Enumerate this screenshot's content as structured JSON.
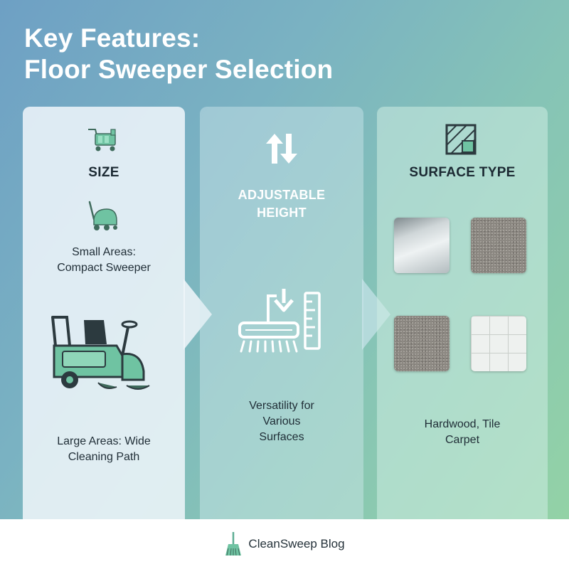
{
  "header": {
    "title_line1": "Key Features:",
    "title_line2": "Floor Sweeper Selection"
  },
  "panels": [
    {
      "heading": "SIZE",
      "small_caption_line1": "Small Areas:",
      "small_caption_line2": "Compact Sweeper",
      "large_caption_line1": "Large Areas: Wide",
      "large_caption_line2": "Cleaning Path",
      "icons": [
        "cart-sweeper-icon",
        "compact-sweeper-icon",
        "ride-on-sweeper-icon"
      ]
    },
    {
      "heading_line1": "ADJUSTABLE",
      "heading_line2": "HEIGHT",
      "caption_line1": "Versatility for",
      "caption_line2": "Various",
      "caption_line3": "Surfaces",
      "icons": [
        "up-down-arrows-icon",
        "brush-height-gauge-icon"
      ]
    },
    {
      "heading": "SURFACE TYPE",
      "caption_line1": "Hardwood, Tile",
      "caption_line2": "Carpet",
      "icons": [
        "floor-tile-icon"
      ],
      "swatches": [
        "glossy-floor",
        "carpet",
        "carpet",
        "tile"
      ]
    }
  ],
  "footer": {
    "brand": "CleanSweep Blog",
    "icon": "broom-icon"
  },
  "colors": {
    "accent_green": "#6fc3a2",
    "dark_green": "#3f6b5c",
    "text_dark": "#1c2a33"
  }
}
